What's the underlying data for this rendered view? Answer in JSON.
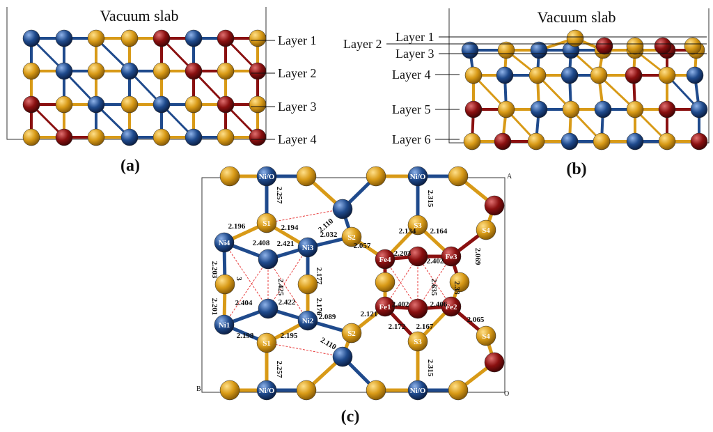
{
  "colors": {
    "sulfur": "#d89a17",
    "nickel": "#1f4a8c",
    "iron": "#8a1010",
    "bond_red": "#e84040",
    "frame": "#333333"
  },
  "panel_a": {
    "title": "Vacuum slab",
    "label": "(a)",
    "layers": [
      "Layer 1",
      "Layer 2",
      "Layer 3",
      "Layer 4"
    ],
    "rows": [
      [
        "Ni",
        "Ni",
        "S",
        "S",
        "Fe",
        "Ni",
        "Fe",
        "S"
      ],
      [
        "S",
        "Ni",
        "S",
        "Ni",
        "S",
        "Fe",
        "S",
        "Fe"
      ],
      [
        "Fe",
        "S",
        "Ni",
        "S",
        "Ni",
        "S",
        "Fe",
        "S"
      ],
      [
        "S",
        "Fe",
        "S",
        "Ni",
        "S",
        "Ni",
        "S",
        "Fe"
      ]
    ]
  },
  "panel_b": {
    "title": "Vacuum slab",
    "label": "(b)",
    "layers": [
      "Layer 1",
      "Layer 2",
      "Layer 3",
      "Layer 4",
      "Layer 5",
      "Layer 6"
    ],
    "rows": [
      [
        "S"
      ],
      [
        "Fe",
        "S",
        "Fe",
        "S"
      ],
      [
        "Ni",
        "S",
        "Ni",
        "Ni",
        "S",
        "S",
        "Fe",
        "S"
      ],
      [
        "S",
        "Ni",
        "S",
        "Ni",
        "S",
        "Fe",
        "S",
        "Ni"
      ],
      [
        "Fe",
        "S",
        "Ni",
        "S",
        "Ni",
        "S",
        "Fe",
        "Ni"
      ],
      [
        "S",
        "Fe",
        "S",
        "Ni",
        "S",
        "Ni",
        "S",
        "Fe"
      ]
    ]
  },
  "panel_c": {
    "label": "(c)",
    "corners": {
      "A": "A",
      "B": "B",
      "O": "O"
    },
    "atoms": [
      {
        "id": "nio-top-1",
        "el": "Ni",
        "label": "Ni/O"
      },
      {
        "id": "nio-top-2",
        "el": "Ni",
        "label": "Ni/O"
      },
      {
        "id": "nio-bot-1",
        "el": "Ni",
        "label": "Ni/O"
      },
      {
        "id": "nio-bot-2",
        "el": "Ni",
        "label": "Ni/O"
      },
      {
        "id": "s1-top",
        "el": "S",
        "label": "S1"
      },
      {
        "id": "s1-bot",
        "el": "S",
        "label": "S1"
      },
      {
        "id": "s2-top",
        "el": "S",
        "label": "S2"
      },
      {
        "id": "s2-bot",
        "el": "S",
        "label": "S2"
      },
      {
        "id": "s3-top",
        "el": "S",
        "label": "S3"
      },
      {
        "id": "s3-bot",
        "el": "S",
        "label": "S3"
      },
      {
        "id": "s4-top",
        "el": "S",
        "label": "S4"
      },
      {
        "id": "s4-bot",
        "el": "S",
        "label": "S4"
      },
      {
        "id": "ni1",
        "el": "Ni",
        "label": "Ni1"
      },
      {
        "id": "ni2",
        "el": "Ni",
        "label": "Ni2"
      },
      {
        "id": "ni3",
        "el": "Ni",
        "label": "Ni3"
      },
      {
        "id": "ni4",
        "el": "Ni",
        "label": "Ni4"
      },
      {
        "id": "fe1",
        "el": "Fe",
        "label": "Fe1"
      },
      {
        "id": "fe2",
        "el": "Fe",
        "label": "Fe2"
      },
      {
        "id": "fe3",
        "el": "Fe",
        "label": "Fe3"
      },
      {
        "id": "fe4",
        "el": "Fe",
        "label": "Fe4"
      }
    ],
    "distances": [
      "2.257",
      "2.196",
      "2.194",
      "2.110",
      "2.032",
      "2.408",
      "2.421",
      "2.057",
      "2.203",
      "3",
      "2.425",
      "2.177",
      "2.201",
      "2.404",
      "2.422",
      "2.176",
      "2.089",
      "2.198",
      "2.195",
      "2.110",
      "2.257",
      "2.315",
      "2.134",
      "2.164",
      "2.069",
      "2.203",
      "2.402",
      "2.635",
      "2.33",
      "2.121",
      "2.402",
      "2.406",
      "2.172",
      "2.167",
      "2.065",
      "2.315"
    ]
  }
}
